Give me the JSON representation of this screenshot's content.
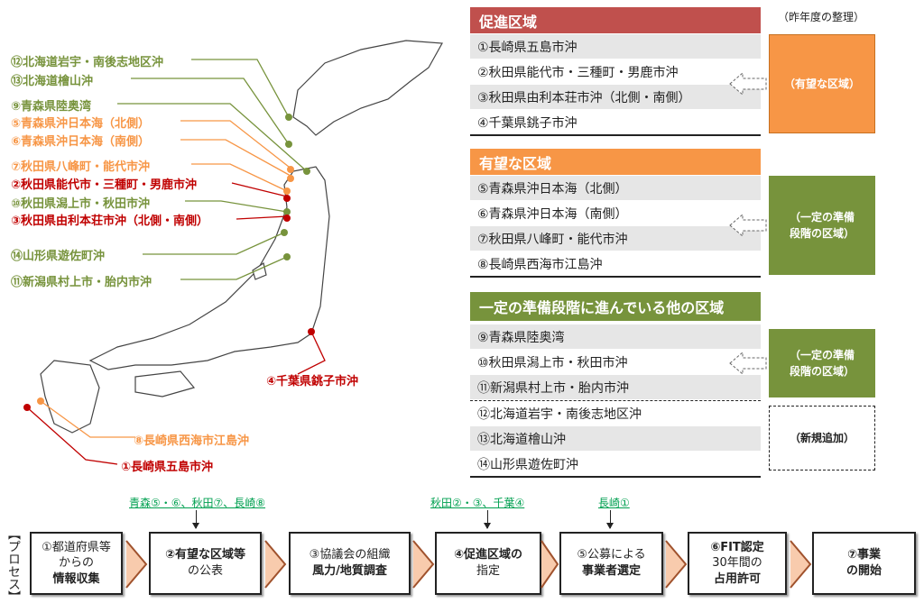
{
  "map_labels": [
    {
      "text": "⑫北海道岩宇・南後志地区沖",
      "color": "green"
    },
    {
      "text": "⑬北海道檜山沖",
      "color": "green"
    },
    {
      "text": "⑨青森県陸奥湾",
      "color": "green"
    },
    {
      "text": "⑤青森県沖日本海（北側）",
      "color": "orange"
    },
    {
      "text": "⑥青森県沖日本海（南側）",
      "color": "orange"
    },
    {
      "text": "⑦秋田県八峰町・能代市沖",
      "color": "orange"
    },
    {
      "text": "②秋田県能代市・三種町・男鹿市沖",
      "color": "red"
    },
    {
      "text": "⑩秋田県潟上市・秋田市沖",
      "color": "green"
    },
    {
      "text": "③秋田県由利本荘市沖（北側・南側）",
      "color": "red"
    },
    {
      "text": "⑭山形県遊佐町沖",
      "color": "green"
    },
    {
      "text": "⑪新潟県村上市・胎内市沖",
      "color": "green"
    },
    {
      "text": "④千葉県銚子市沖",
      "color": "red"
    },
    {
      "text": "⑧長崎県西海市江島沖",
      "color": "orange"
    },
    {
      "text": "①長崎県五島市沖",
      "color": "red"
    }
  ],
  "note_top": "（昨年度の整理）",
  "sections": [
    {
      "title": "促進区域",
      "color": "#c0504d",
      "rows": [
        "①長崎県五島市沖",
        "②秋田県能代市・三種町・男鹿市沖",
        "③秋田県由利本荘市沖（北側・南側）",
        "④千葉県銚子市沖"
      ]
    },
    {
      "title": "有望な区域",
      "color": "#f79646",
      "rows": [
        "⑤青森県沖日本海（北側）",
        "⑥青森県沖日本海（南側）",
        "⑦秋田県八峰町・能代市沖",
        "⑧長崎県西海市江島沖"
      ]
    },
    {
      "title": "一定の準備段階に進んでいる他の区域",
      "color": "#77933c",
      "rows": [
        "⑨青森県陸奥湾",
        "⑩秋田県潟上市・秋田市沖",
        "⑪新潟県村上市・胎内市沖",
        "⑫北海道岩宇・南後志地区沖",
        "⑬北海道檜山沖",
        "⑭山形県遊佐町沖"
      ]
    }
  ],
  "side_boxes": [
    "（有望な区域）",
    "（一定の準備\n段階の区域）",
    "（一定の準備\n段階の区域）",
    "（新規追加）"
  ],
  "process": {
    "label": "【プロセス】",
    "notes": [
      "青森⑤・⑥、秋田⑦、長崎⑧",
      "秋田②・③、千葉④",
      "長崎①"
    ],
    "steps": [
      [
        "①都道府県等",
        "からの",
        "情報収集"
      ],
      [
        "②有望な区域等",
        "の公表"
      ],
      [
        "③協議会の組織",
        "風力/地質調査"
      ],
      [
        "④促進区域の",
        "指定"
      ],
      [
        "⑤公募による",
        "事業者選定"
      ],
      [
        "⑥FIT認定",
        "30年間の",
        "占用許可"
      ],
      [
        "⑦事業",
        "の開始"
      ]
    ]
  }
}
